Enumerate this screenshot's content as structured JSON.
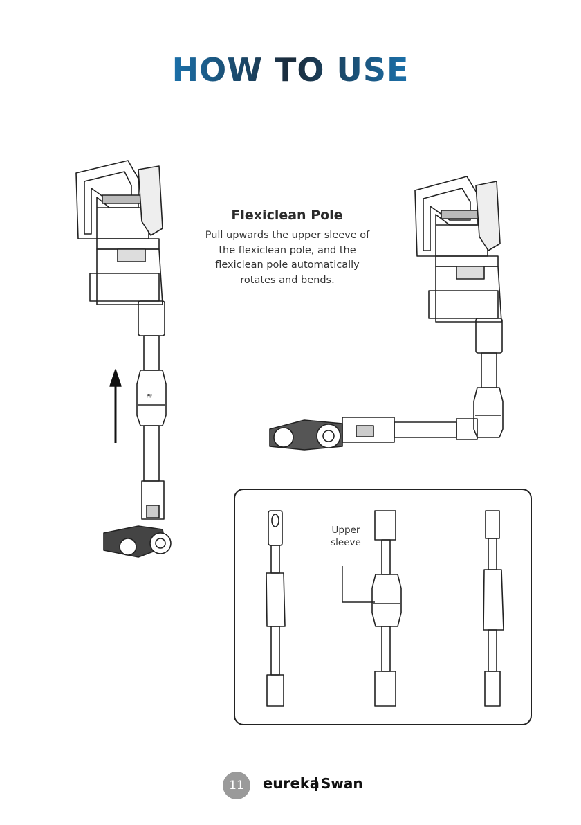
{
  "title": "HOW TO USE",
  "section": {
    "title": "Flexiclean Pole",
    "body": "Pull upwards the upper sleeve of the flexiclean pole, and the flexiclean pole automatically rotates and bends."
  },
  "callout": {
    "line1": "Upper",
    "line2": "sleeve"
  },
  "footer": {
    "page_number": "11",
    "brand_primary": "eureka",
    "brand_secondary": "Swan"
  },
  "icons": [
    "arrow-up-icon",
    "vacuum-upright-illustration",
    "vacuum-bent-illustration",
    "pole-illustration"
  ]
}
